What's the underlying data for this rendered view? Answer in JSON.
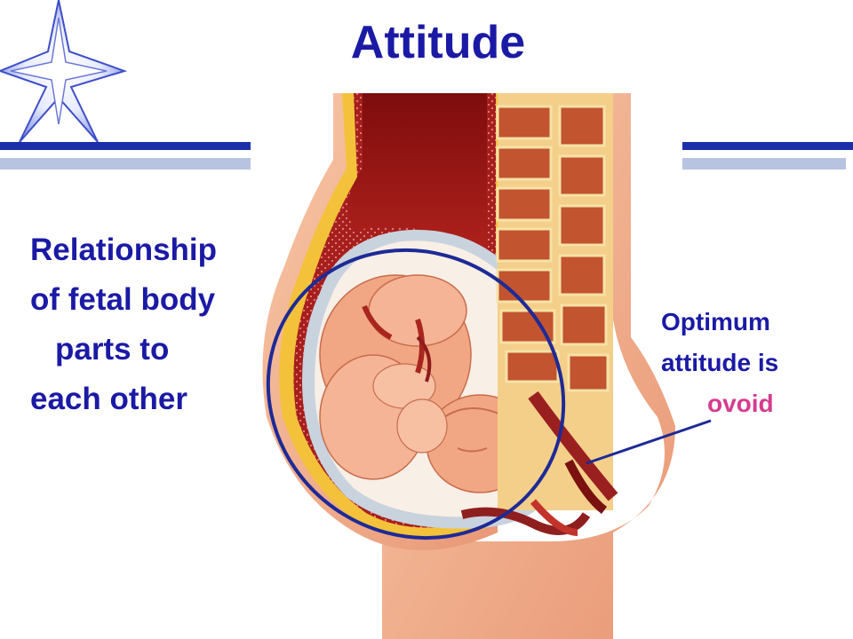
{
  "slide": {
    "title": "Attitude",
    "left_text": [
      "Relationship",
      "of fetal body",
      "parts to",
      "each other"
    ],
    "right_text": {
      "line1": "Optimum",
      "line2": "attitude is",
      "highlight": "ovoid"
    }
  },
  "colors": {
    "title_blue": "#1b1aa5",
    "highlight_pink": "#d63b8f",
    "ellipse_blue": "#1e2a96",
    "rule_blue": "#1a2fa8",
    "rule_light": "#b7c3e0"
  },
  "icons": {
    "corner_decoration": "star-burst-icon"
  }
}
